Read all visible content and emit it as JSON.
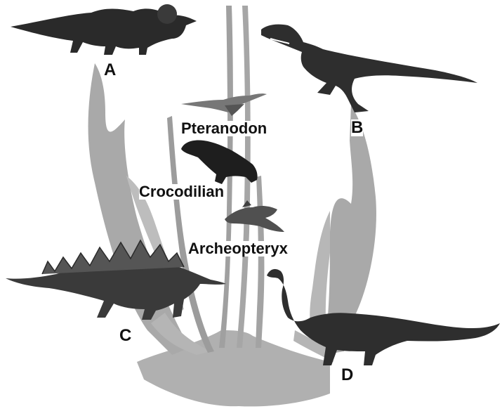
{
  "labels": {
    "a": "A",
    "b": "B",
    "c": "C",
    "d": "D",
    "pteranodon": "Pteranodon",
    "crocodilian": "Crocodilian",
    "archeopteryx": "Archeopteryx"
  },
  "colors": {
    "tree": "#a9a9a9",
    "tree_light": "#c8c8c8",
    "animal": "#2a2a2a",
    "animal_mid": "#555555",
    "background": "#ffffff"
  }
}
